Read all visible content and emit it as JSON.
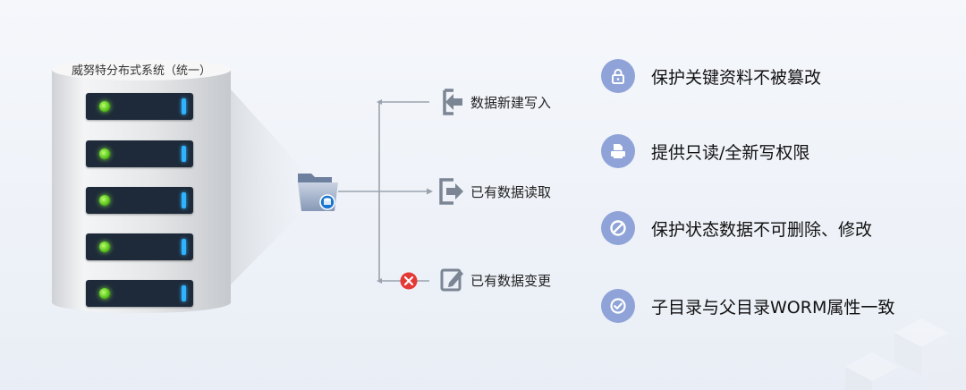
{
  "system": {
    "title": "威努特分布式系统（统一）",
    "server_count": 5
  },
  "branches": [
    {
      "label": "数据新建写入",
      "icon": "import-icon",
      "blocked": false
    },
    {
      "label": "已有数据读取",
      "icon": "export-icon",
      "blocked": false
    },
    {
      "label": "已有数据变更",
      "icon": "edit-icon",
      "blocked": true,
      "block_icon": "x-circle-icon"
    }
  ],
  "features": [
    {
      "label": "保护关键资料不被篡改",
      "icon": "lock-icon"
    },
    {
      "label": "提供只读/全新写权限",
      "icon": "printer-icon"
    },
    {
      "label": "保护状态数据不可删除、修改",
      "icon": "ban-icon"
    },
    {
      "label": "子目录与父目录WORM属性一致",
      "icon": "check-circle-icon"
    }
  ],
  "colors": {
    "server_body": "#1e2a3a",
    "server_led": "#6fd12a",
    "server_bar": "#2fb3ff",
    "feature_circle": "#8fa3d8",
    "block_red": "#e53935",
    "connector": "#9aa3ad",
    "folder": "#7d8ea8"
  }
}
